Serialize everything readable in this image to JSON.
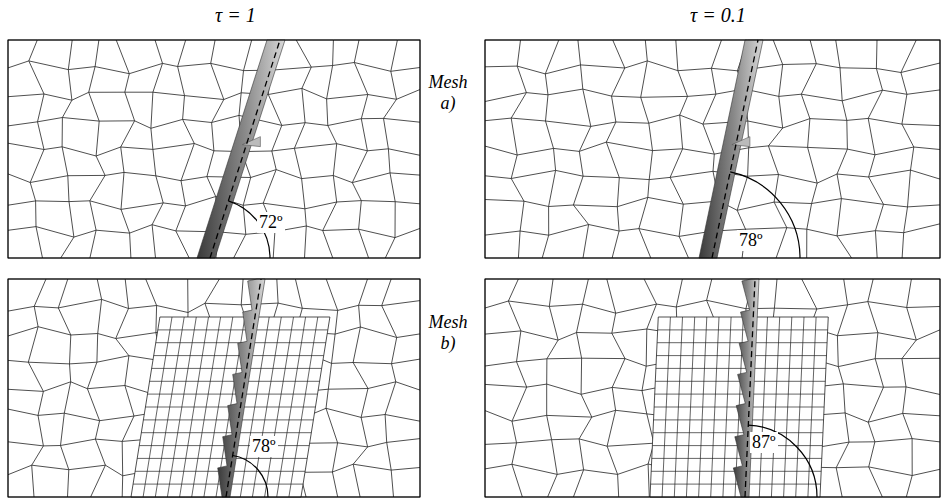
{
  "diagram": {
    "labels": [
      "τ = 1",
      "τ = 0.1",
      "Mesh a)",
      "72º",
      "78º",
      "Mesh b)",
      "78º",
      "87º"
    ]
  }
}
